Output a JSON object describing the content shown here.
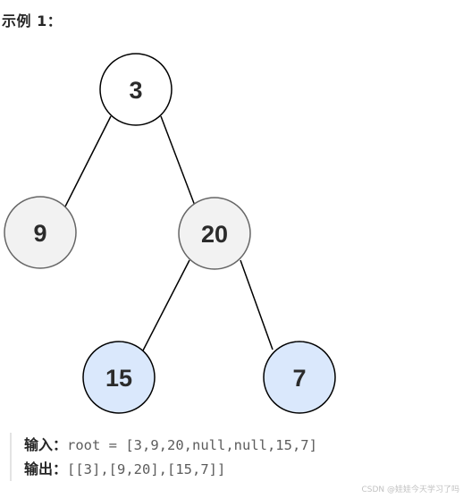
{
  "heading": "示例 1：",
  "tree": {
    "nodes": [
      {
        "id": "root",
        "label": "3",
        "fill": "#ffffff"
      },
      {
        "id": "left",
        "label": "9",
        "fill": "#f2f2f2"
      },
      {
        "id": "right",
        "label": "20",
        "fill": "#f2f2f2"
      },
      {
        "id": "right-left",
        "label": "15",
        "fill": "#dae8fc"
      },
      {
        "id": "right-right",
        "label": "7",
        "fill": "#dae8fc"
      }
    ]
  },
  "example": {
    "input_label": "输入：",
    "input_value": "root = [3,9,20,null,null,15,7]",
    "output_label": "输出：",
    "output_value": "[[3],[9,20],[15,7]]"
  },
  "watermark": "CSDN @娃娃今天学习了吗"
}
